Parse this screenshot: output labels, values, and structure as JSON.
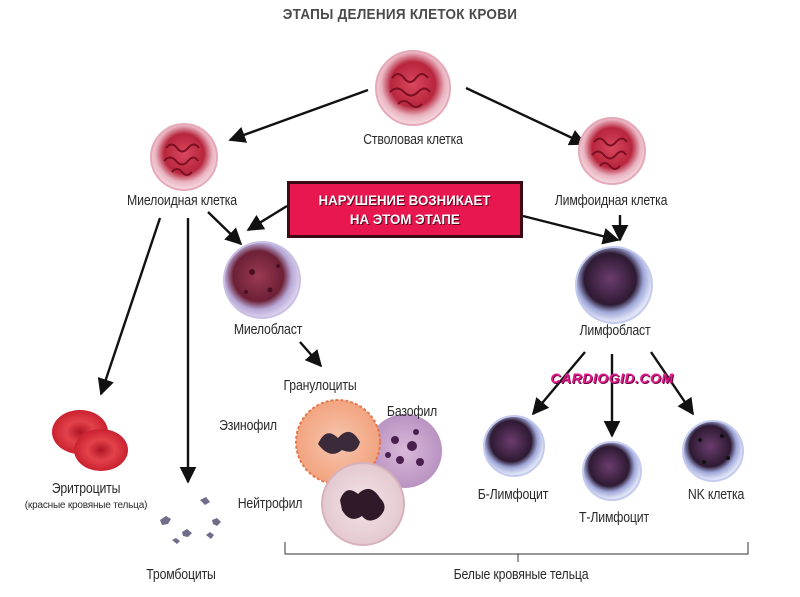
{
  "title": "ЭТАПЫ ДЕЛЕНИЯ КЛЕТОК КРОВИ",
  "alert": {
    "line1": "НАРУШЕНИЕ ВОЗНИКАЕТ",
    "line2": "НА ЭТОМ ЭТАПЕ"
  },
  "watermark": "CARDIOGID.COM",
  "cells": {
    "stem": "Стволовая клетка",
    "myeloid": "Миелоидная клетка",
    "lymphoid": "Лимфоидная клетка",
    "myeloblast": "Миелобласт",
    "lymphoblast": "Лимфобласт",
    "granulocytes": "Гранулоциты",
    "eosinophil": "Эзинофил",
    "basophil": "Базофил",
    "neutrophil": "Нейтрофил",
    "erythrocytes": "Эритроциты",
    "erythrocytes_note": "(красные кровяные тельца)",
    "platelets": "Тромбоциты",
    "b_lymphocyte": "Б-Лимфоцит",
    "t_lymphocyte": "Т-Лимфоцит",
    "nk_cell": "NK клетка",
    "white_cells": "Белые кровяные тельца"
  },
  "colors": {
    "stem_fill": "#f2c6cf",
    "stem_core": "#c2344a",
    "blast_fill": "#7a2a3c",
    "lymph_fill": "#3d2240",
    "rbc": "#e0303a",
    "alert_bg": "#e8174f",
    "watermark": "#e11a8a"
  }
}
